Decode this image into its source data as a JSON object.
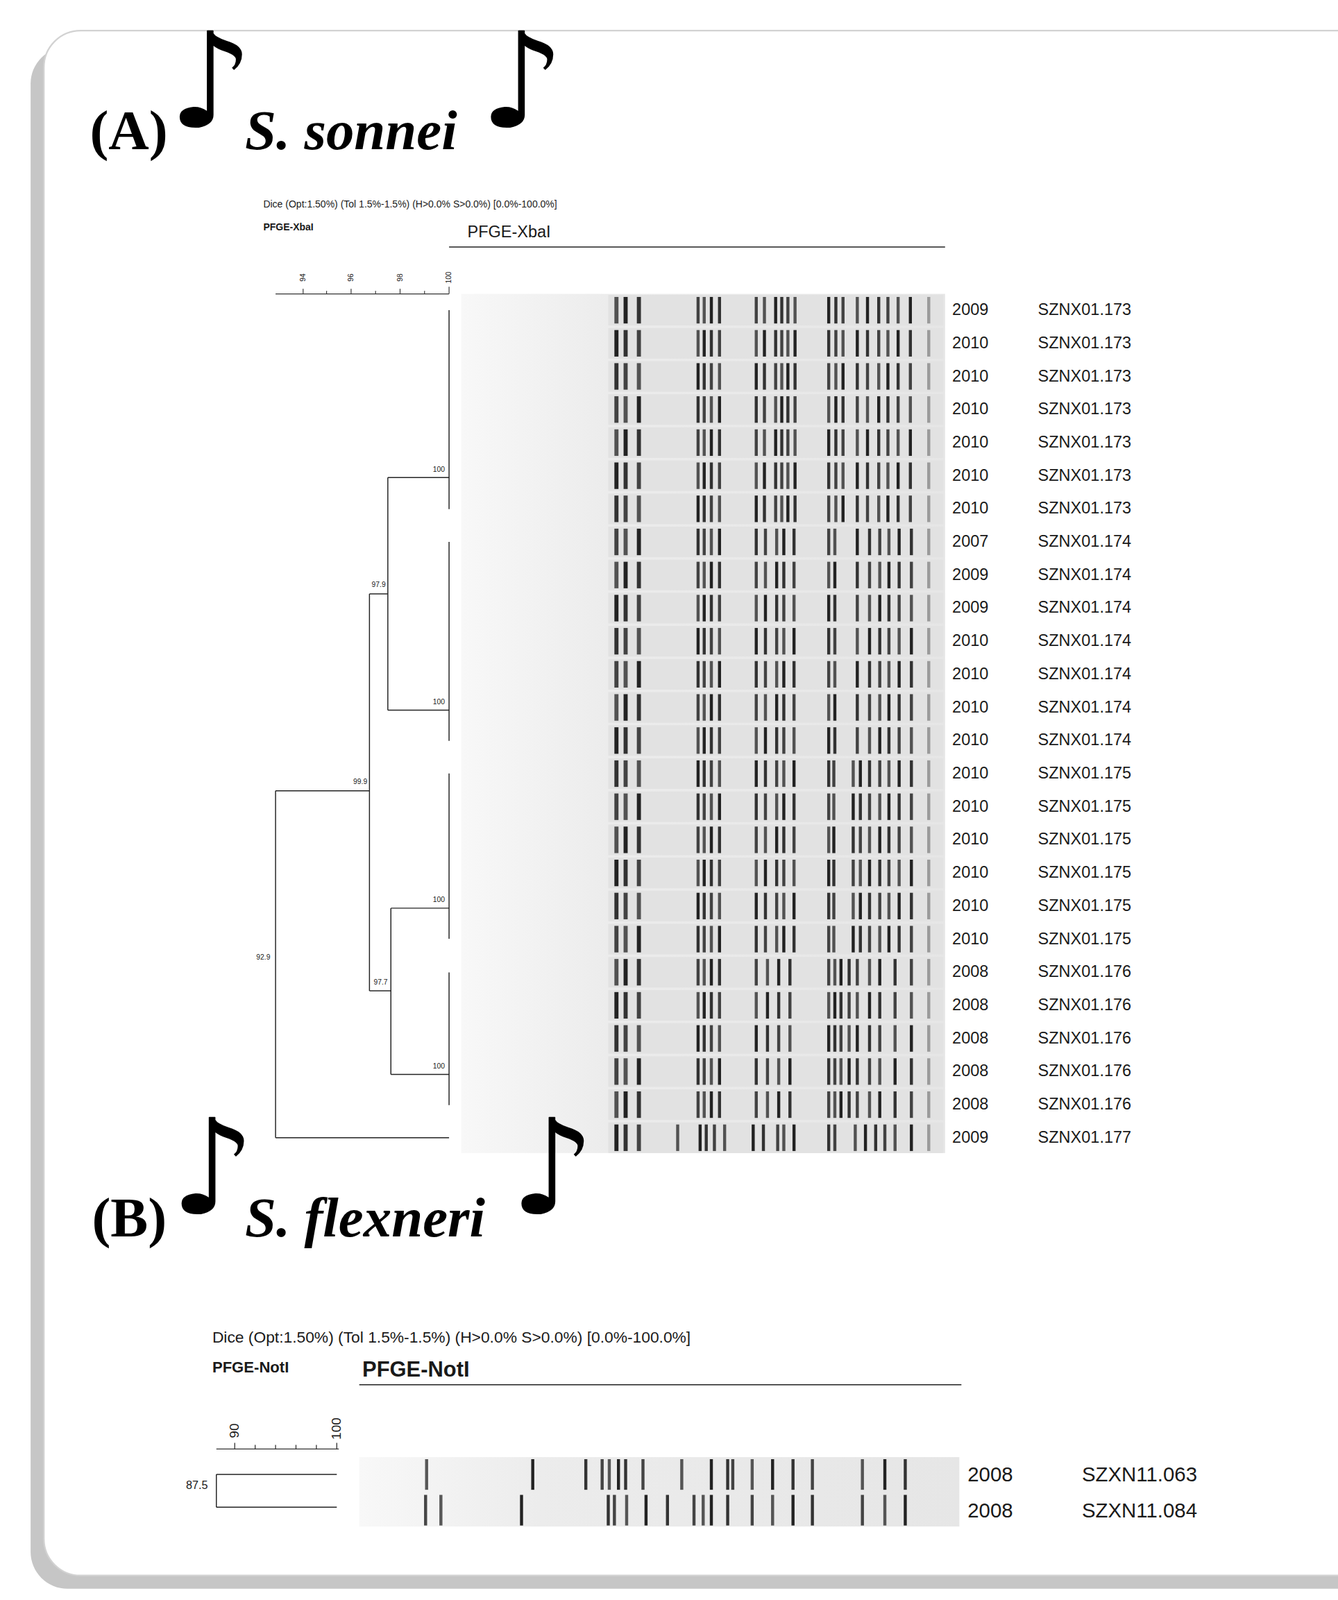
{
  "diagram": {
    "labels": [
      "(A)",
      "♪",
      "S. sonnei",
      "♪",
      "Dice (Opt:1.50%) (Tol 1.5%-1.5%) (H>0.0% S>0.0%) [0.0%-100.0%]",
      "PFGE-XbaI",
      "PFGE-XbaI",
      "94",
      "96",
      "98",
      "100",
      "100",
      "97.9",
      "100",
      "99.9",
      "100",
      "97.7",
      "100",
      "92.9",
      "2009",
      "SZNX01.173",
      "2010",
      "SZNX01.173",
      "2010",
      "SZNX01.173",
      "2010",
      "SZNX01.173",
      "2010",
      "SZNX01.173",
      "2010",
      "SZNX01.173",
      "2010",
      "SZNX01.173",
      "2007",
      "SZNX01.174",
      "2009",
      "SZNX01.174",
      "2009",
      "SZNX01.174",
      "2010",
      "SZNX01.174",
      "2010",
      "SZNX01.174",
      "2010",
      "SZNX01.174",
      "2010",
      "SZNX01.174",
      "2010",
      "SZNX01.175",
      "2010",
      "SZNX01.175",
      "2010",
      "SZNX01.175",
      "2010",
      "SZNX01.175",
      "2010",
      "SZNX01.175",
      "2010",
      "SZNX01.175",
      "2008",
      "SZNX01.176",
      "2008",
      "SZNX01.176",
      "2008",
      "SZNX01.176",
      "2008",
      "SZNX01.176",
      "2008",
      "SZNX01.176",
      "2009",
      "SZNX01.177",
      "(B)",
      "♪",
      "S. flexneri",
      "♪",
      "Dice (Opt:1.50%) (Tol 1.5%-1.5%) (H>0.0% S>0.0%) [0.0%-100.0%]",
      "PFGE-NotI",
      "PFGE-NotI",
      "90",
      "100",
      "87.5",
      "2008",
      "SZXN11.063",
      "2008",
      "SZXN11.084"
    ]
  }
}
